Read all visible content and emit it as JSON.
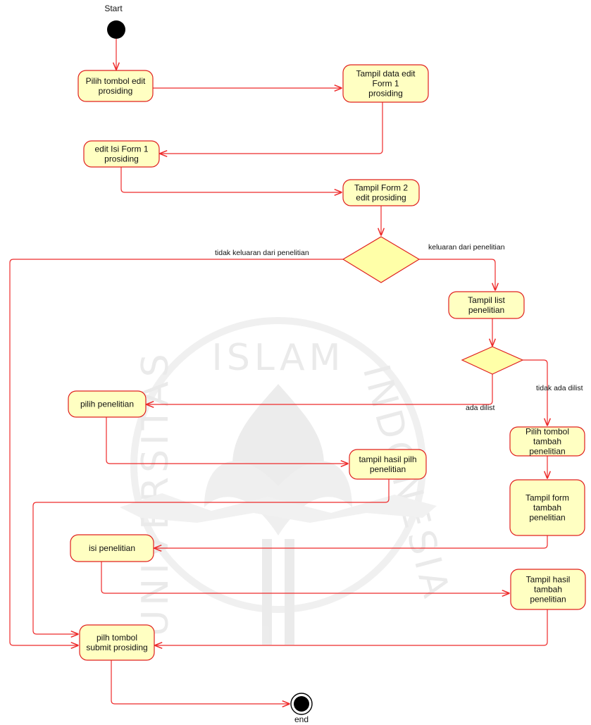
{
  "start_label": "Start",
  "end_label": "end",
  "nodes": {
    "pilih_edit": [
      "Pilih tombol edit",
      "prosiding"
    ],
    "tampil_data_edit": [
      "Tampil  data edit",
      "Form 1",
      "prosiding"
    ],
    "edit_isi_form1": [
      "edit Isi Form 1",
      "prosiding"
    ],
    "tampil_form2": [
      "Tampil Form 2",
      "edit  prosiding"
    ],
    "tampil_list": [
      "Tampil list",
      "penelitian"
    ],
    "pilih_penelitian": [
      "pilih penelitian"
    ],
    "pilih_tombol_tambah": [
      "Pilih tombol",
      "tambah",
      "penelitian"
    ],
    "tampil_hasil_pilih": [
      "tampil hasil pilh",
      "penelitian"
    ],
    "tampil_form_tambah": [
      "Tampil form",
      "tambah",
      "penelitian"
    ],
    "isi_penelitian": [
      "isi penelitian"
    ],
    "tampil_hasil_tambah": [
      "Tampil hasil",
      "tambah",
      "penelitian"
    ],
    "pilih_submit": [
      "pilh tombol",
      "submit prosiding"
    ]
  },
  "edge_labels": {
    "tidak_keluaran": "tidak keluaran dari penelitian",
    "keluaran": "keluaran dari penelitian",
    "tidak_ada_dilist": "tidak ada dilist",
    "ada_dilist": "ada dilist"
  },
  "watermark": {
    "top_text": "ISLAM",
    "left_text": "UNIVERSITAS",
    "right_text": "INDONESIA"
  },
  "colors": {
    "node_fill": "#ffffc2",
    "node_border": "#e0201f",
    "edge": "#ee2b2b",
    "decision_fill": "#ffffa8",
    "watermark": "#d9d9d9"
  }
}
